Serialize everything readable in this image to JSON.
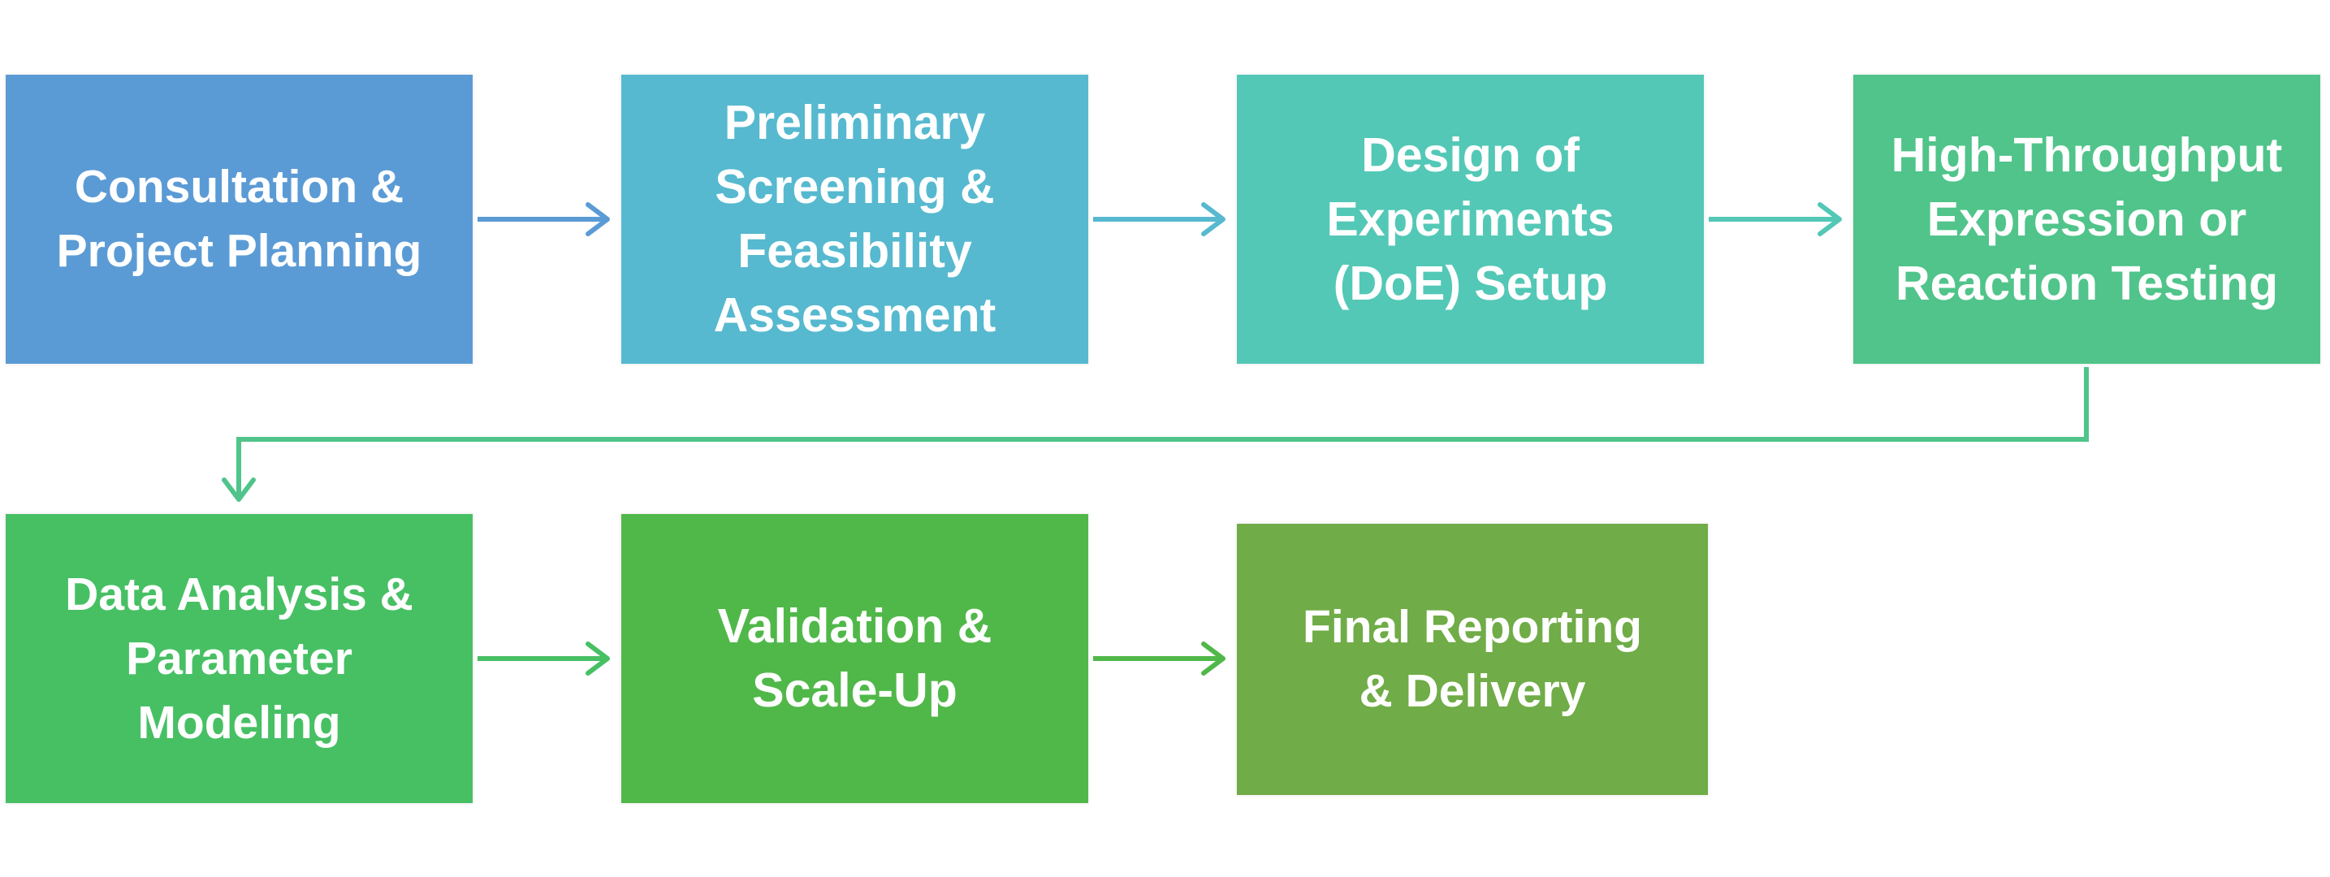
{
  "diagram": {
    "steps": [
      {
        "label": "Consultation &\nProject Planning",
        "color": "#5b9bd5"
      },
      {
        "label": "Preliminary\nScreening &\nFeasibility\nAssessment",
        "color": "#56b9cf"
      },
      {
        "label": "Design of\nExperiments\n(DoE) Setup",
        "color": "#53c8b6"
      },
      {
        "label": "High-Throughput\nExpression or\nReaction Testing",
        "color": "#50c48a"
      },
      {
        "label": "Data Analysis &\nParameter\nModeling",
        "color": "#47c064"
      },
      {
        "label": "Validation &\nScale-Up",
        "color": "#50b849"
      },
      {
        "label": "Final Reporting\n& Delivery",
        "color": "#70ac47"
      }
    ],
    "connectors": [
      {
        "from": 1,
        "to": 2,
        "color": "#5b9bd5"
      },
      {
        "from": 2,
        "to": 3,
        "color": "#56b9cf"
      },
      {
        "from": 3,
        "to": 4,
        "color": "#53c8b6"
      },
      {
        "from": 4,
        "to": 5,
        "color": "#50c48a"
      },
      {
        "from": 5,
        "to": 6,
        "color": "#47c064"
      },
      {
        "from": 6,
        "to": 7,
        "color": "#50b849"
      }
    ],
    "text_color": "#ffffff"
  }
}
